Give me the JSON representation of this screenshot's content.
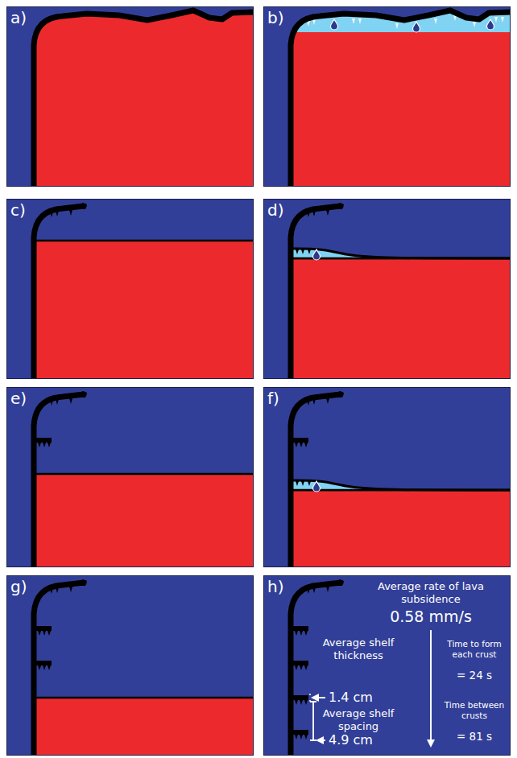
{
  "diagram": {
    "nodes": [
      {
        "text": [
          "a)"
        ]
      },
      {
        "text": [
          "b)"
        ]
      },
      {
        "text": [
          "c)"
        ]
      },
      {
        "text": [
          "d)"
        ]
      },
      {
        "text": [
          "e)"
        ]
      },
      {
        "text": [
          "f)"
        ]
      },
      {
        "text": [
          "g)"
        ]
      },
      {
        "text": [
          "h)",
          "Average rate of lava subsidence",
          "0.58 mm/s",
          "Average shelf thickness",
          "1.4 cm",
          "Average shelf spacing",
          "4.9 cm",
          "Time to form each crust",
          "= 24 s",
          "Time between crusts",
          "= 81 s"
        ]
      }
    ]
  }
}
